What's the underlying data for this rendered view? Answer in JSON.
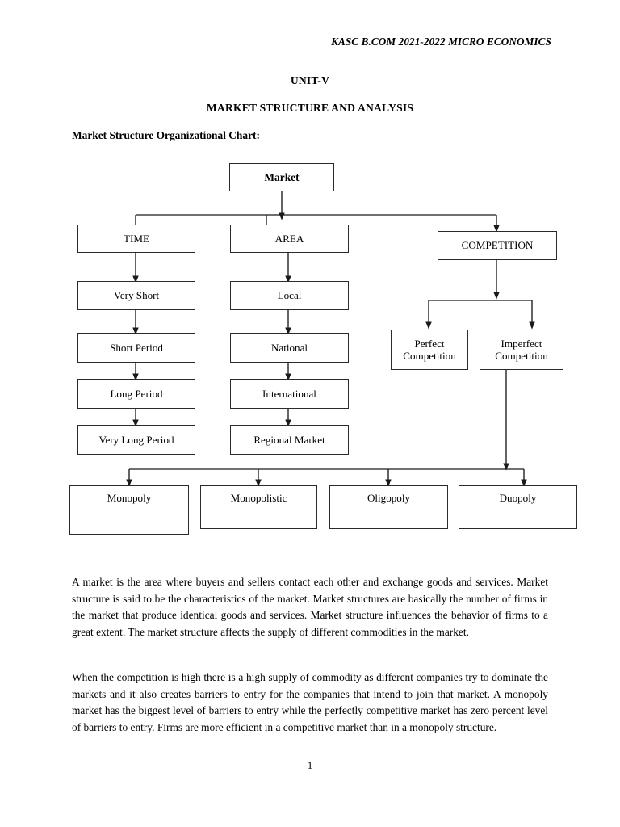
{
  "header": {
    "running_head": "KASC B.COM 2021-2022 MICRO ECONOMICS",
    "unit": "UNIT-V",
    "title": "MARKET STRUCTURE AND ANALYSIS",
    "section_heading": "Market Structure Organizational Chart:"
  },
  "chart_data": {
    "type": "diagram",
    "title": "Market Structure Organizational Chart",
    "root": "Market",
    "branches": [
      {
        "name": "TIME",
        "children": [
          "Very Short",
          "Short Period",
          "Long Period",
          "Very Long Period"
        ]
      },
      {
        "name": "AREA",
        "children": [
          "Local",
          "National",
          "International",
          "Regional Market"
        ]
      },
      {
        "name": "COMPETITION",
        "children": [
          "Perfect Competition",
          "Imperfect Competition"
        ]
      }
    ],
    "imperfect_competition_children": [
      "Monopoly",
      "Monopolistic",
      "Oligopoly",
      "Duopoly"
    ]
  },
  "nodes": {
    "market": "Market",
    "time": "TIME",
    "area": "AREA",
    "competition": "COMPETITION",
    "time_1": "Very Short",
    "time_2": "Short Period",
    "time_3": "Long Period",
    "time_4": "Very Long Period",
    "area_1": "Local",
    "area_2": "National",
    "area_3": "International",
    "area_4": "Regional Market",
    "perfect_line_1": "Perfect",
    "perfect_line_2": "Competition",
    "imperfect_line_1": "Imperfect",
    "imperfect_line_2": "Competition",
    "monopoly": "Monopoly",
    "monopolistic": "Monopolistic",
    "oligopoly": "Oligopoly",
    "duopoly": "Duopoly"
  },
  "body": {
    "paragraph_1": "A market is the area where buyers and sellers contact each other and exchange goods and services. Market structure is said to be the characteristics of the market. Market structures are basically the number of firms in the market that produce identical goods and services. Market structure influences the behavior of firms to a great extent. The market structure affects the supply of different commodities in the market.",
    "paragraph_2": "When the competition is high there is a high supply of commodity as different companies try to dominate the markets and it also creates barriers to entry for the companies that intend to join that market. A monopoly market has the biggest level of barriers to entry while the perfectly competitive market has zero percent level of barriers to entry. Firms are more efficient in a competitive market than in a monopoly structure."
  },
  "footer": {
    "page_number": "1"
  },
  "colors": {
    "text": "#000000",
    "box_border": "#2b2b2b",
    "connector": "#1a1a1a",
    "background": "#ffffff"
  }
}
